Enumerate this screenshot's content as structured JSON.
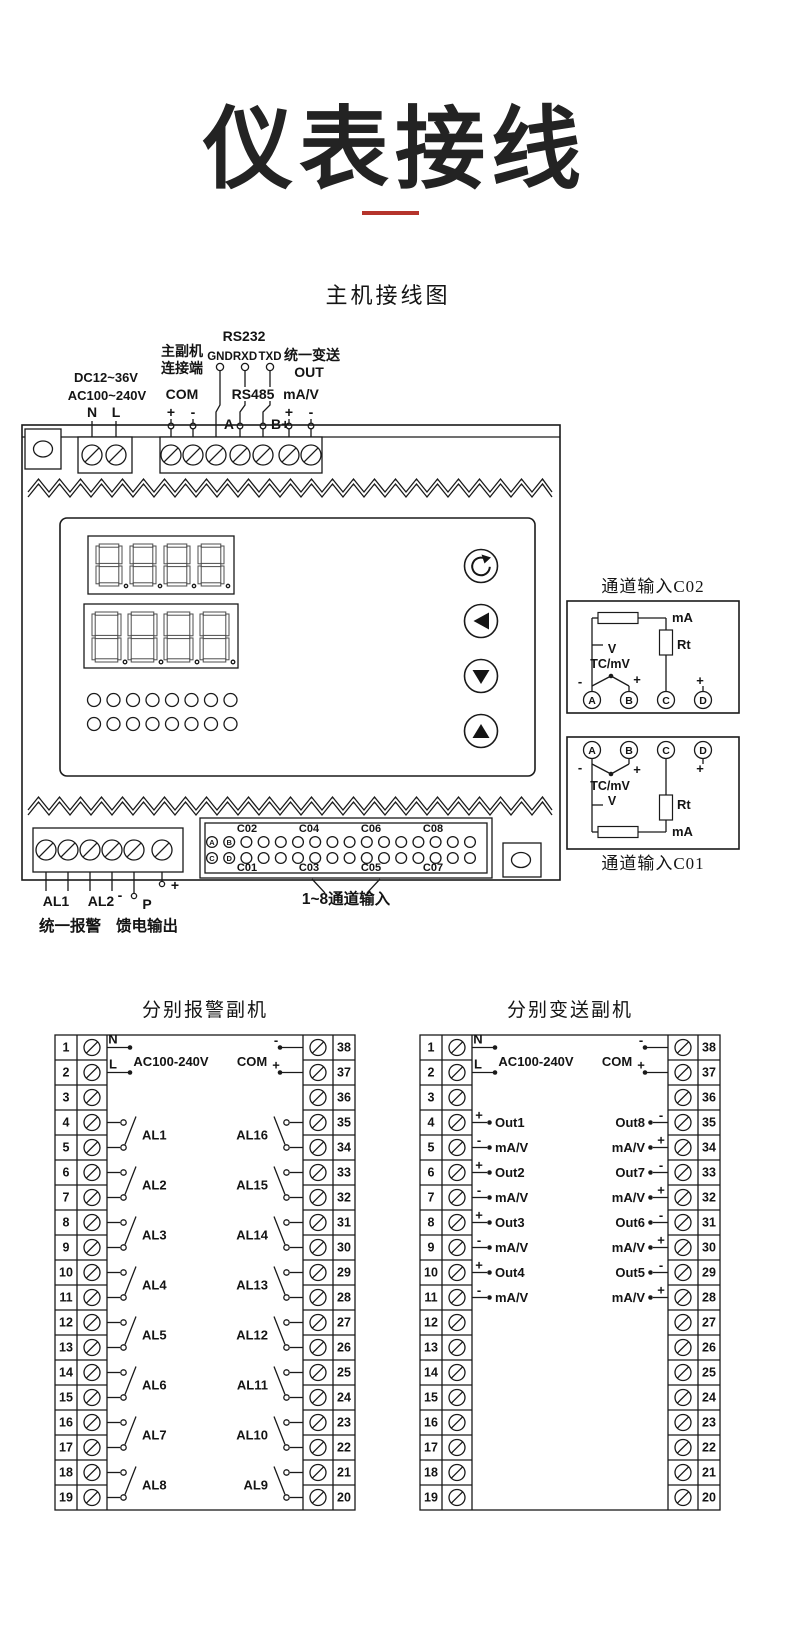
{
  "header": {
    "title": "仪表接线"
  },
  "colors": {
    "accent_red": "#b5342c",
    "ink": "#1a1a1a"
  },
  "main": {
    "title": "主机接线图",
    "top": {
      "rs232": "RS232",
      "link_line1": "主副机",
      "link_line2": "连接端",
      "gnd": "GND",
      "rxd": "RXD",
      "txd": "TXD",
      "unified_out_line1": "统一变送",
      "unified_out_line2": "OUT",
      "dc": "DC12~36V",
      "ac": "AC100~240V",
      "n": "N",
      "l": "L",
      "com": "COM",
      "rs485": "RS485",
      "mav": "mA/V",
      "plus": "+",
      "minus": "-",
      "a": "A",
      "b": "B+"
    },
    "bottom": {
      "al1": "AL1",
      "al2": "AL2",
      "p": "P",
      "plus": "+",
      "minus": "-",
      "alarm": "统一报警",
      "feed": "馈电输出",
      "chin": "1~8通道输入",
      "ch_top": [
        "C02",
        "C04",
        "C06",
        "C08"
      ],
      "ch_bot": [
        "C01",
        "C03",
        "C05",
        "C07"
      ],
      "abcd": [
        "A",
        "B",
        "C",
        "D"
      ]
    }
  },
  "c02": {
    "title": "通道输入C02",
    "ma": "mA",
    "rt": "Rt",
    "v": "V",
    "tc": "TC/mV",
    "plus": "+",
    "minus": "-",
    "t": [
      "A",
      "B",
      "C",
      "D"
    ]
  },
  "c01": {
    "title": "通道输入C01",
    "ma": "mA",
    "rt": "Rt",
    "v": "V",
    "tc": "TC/mV",
    "plus": "+",
    "minus": "-",
    "t": [
      "A",
      "B",
      "C",
      "D"
    ]
  },
  "alarm_unit": {
    "title": "分别报警副机",
    "n": "N",
    "l": "L",
    "ac": "AC100-240V",
    "com": "COM",
    "plus": "+",
    "minus": "-",
    "left_numbers": [
      "1",
      "2",
      "3",
      "4",
      "5",
      "6",
      "7",
      "8",
      "9",
      "10",
      "11",
      "12",
      "13",
      "14",
      "15",
      "16",
      "17",
      "18",
      "19"
    ],
    "right_numbers": [
      "38",
      "37",
      "36",
      "35",
      "34",
      "33",
      "32",
      "31",
      "30",
      "29",
      "28",
      "27",
      "26",
      "25",
      "24",
      "23",
      "22",
      "21",
      "20"
    ],
    "left_groups": [
      "AL1",
      "AL2",
      "AL3",
      "AL4",
      "AL5",
      "AL6",
      "AL7",
      "AL8"
    ],
    "right_groups": [
      "AL16",
      "AL15",
      "AL14",
      "AL13",
      "AL12",
      "AL11",
      "AL10",
      "AL9"
    ]
  },
  "transmit_unit": {
    "title": "分别变送副机",
    "n": "N",
    "l": "L",
    "ac": "AC100-240V",
    "com": "COM",
    "plus": "+",
    "minus": "-",
    "left_numbers": [
      "1",
      "2",
      "3",
      "4",
      "5",
      "6",
      "7",
      "8",
      "9",
      "10",
      "11",
      "12",
      "13",
      "14",
      "15",
      "16",
      "17",
      "18",
      "19"
    ],
    "right_numbers": [
      "38",
      "37",
      "36",
      "35",
      "34",
      "33",
      "32",
      "31",
      "30",
      "29",
      "28",
      "27",
      "26",
      "25",
      "24",
      "23",
      "22",
      "21",
      "20"
    ],
    "left_groups": [
      {
        "name": "Out1",
        "unit": "mA/V"
      },
      {
        "name": "Out2",
        "unit": "mA/V"
      },
      {
        "name": "Out3",
        "unit": "mA/V"
      },
      {
        "name": "Out4",
        "unit": "mA/V"
      }
    ],
    "right_groups": [
      {
        "name": "Out8",
        "unit": "mA/V"
      },
      {
        "name": "Out7",
        "unit": "mA/V"
      },
      {
        "name": "Out6",
        "unit": "mA/V"
      },
      {
        "name": "Out5",
        "unit": "mA/V"
      }
    ]
  }
}
